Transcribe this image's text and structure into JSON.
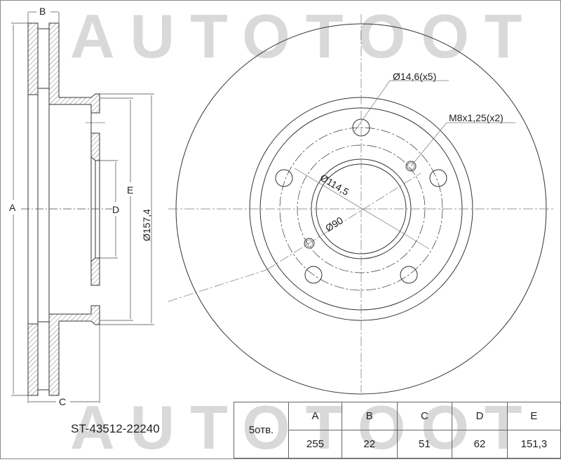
{
  "watermark": {
    "text": "AUTOTOOT",
    "color": "#d9d9d9"
  },
  "part_number": "ST-43512-22240",
  "side_view": {
    "dimension_labels": {
      "A": "A",
      "B": "B",
      "C": "C",
      "D": "D",
      "E": "E",
      "flange_diameter": "Ø157,4"
    }
  },
  "front_view": {
    "annotations": {
      "bolt_holes": "Ø14,6(x5)",
      "threaded_holes": "M8x1,25(x2)",
      "pcd": "Ø114,5",
      "center_bore": "Ø90"
    }
  },
  "spec_table": {
    "holes_label": "5отв.",
    "headers": [
      "A",
      "B",
      "C",
      "D",
      "E"
    ],
    "values": [
      "255",
      "22",
      "51",
      "62",
      "151,3"
    ]
  }
}
